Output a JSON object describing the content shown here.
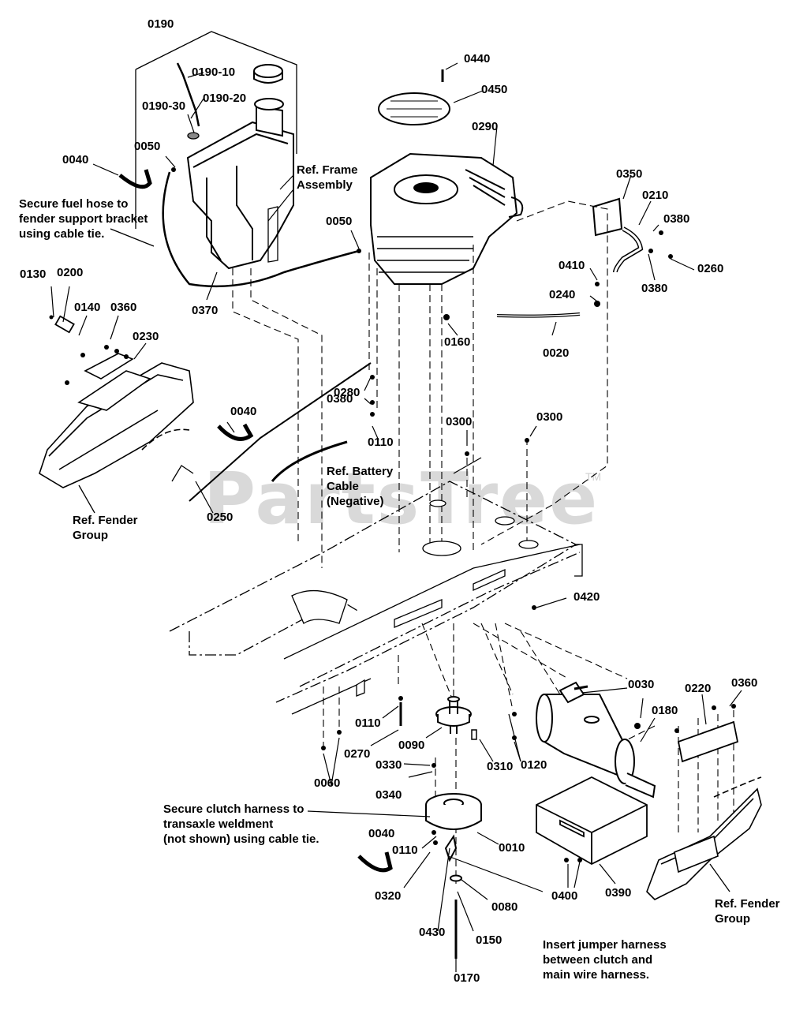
{
  "watermark": {
    "text": "PartsTree",
    "trademark": "TM"
  },
  "part_numbers": {
    "p0190": "0190",
    "p0190_10": "0190-10",
    "p0190_20": "0190-20",
    "p0190_30": "0190-30",
    "p0050a": "0050",
    "p0040a": "0040",
    "p0370": "0370",
    "p0130": "0130",
    "p0200": "0200",
    "p0140": "0140",
    "p0360a": "0360",
    "p0230": "0230",
    "p0050b": "0050",
    "p0440": "0440",
    "p0450": "0450",
    "p0290": "0290",
    "p0350": "0350",
    "p0210": "0210",
    "p0380a": "0380",
    "p0260": "0260",
    "p0380b": "0380",
    "p0410": "0410",
    "p0240": "0240",
    "p0160": "0160",
    "p0020": "0020",
    "p0280": "0280",
    "p0380c": "0380",
    "p0110a": "0110",
    "p0040b": "0040",
    "p0250": "0250",
    "p0300a": "0300",
    "p0300b": "0300",
    "p0420": "0420",
    "p0030": "0030",
    "p0220": "0220",
    "p0360b": "0360",
    "p0180": "0180",
    "p0110b": "0110",
    "p0270": "0270",
    "p0090": "0090",
    "p0060": "0060",
    "p0330": "0330",
    "p0340": "0340",
    "p0310": "0310",
    "p0120": "0120",
    "p0010": "0010",
    "p0040c": "0040",
    "p0110c": "0110",
    "p0320": "0320",
    "p0430": "0430",
    "p0150": "0150",
    "p0080": "0080",
    "p0170": "0170",
    "p0400": "0400",
    "p0390": "0390"
  },
  "notes": {
    "fuel_hose_1": "Secure fuel hose to",
    "fuel_hose_2": "fender support bracket",
    "fuel_hose_3": "using cable tie.",
    "frame_1": "Ref. Frame",
    "frame_2": "Assembly",
    "fender_left_1": "Ref. Fender",
    "fender_left_2": "Group",
    "battery_1": "Ref. Battery",
    "battery_2": "Cable",
    "battery_3": "(Negative)",
    "clutch_1": "Secure clutch harness to",
    "clutch_2": "transaxle weldment",
    "clutch_3": "(not shown) using cable tie.",
    "jumper_1": "Insert jumper harness",
    "jumper_2": "between clutch and",
    "jumper_3": "main wire harness.",
    "fender_right_1": "Ref. Fender",
    "fender_right_2": "Group"
  }
}
